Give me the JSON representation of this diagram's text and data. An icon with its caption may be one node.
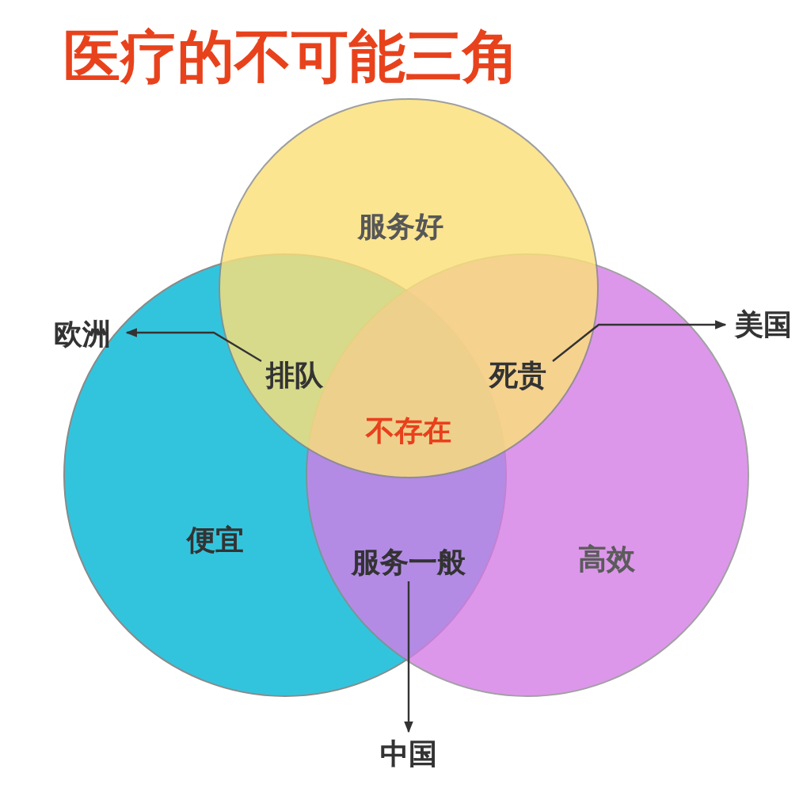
{
  "diagram": {
    "title": "医疗的不可能三角",
    "nodes": [
      {
        "text": [
          "服务好"
        ]
      },
      {
        "text": [
          "便宜"
        ]
      },
      {
        "text": [
          "高效"
        ]
      },
      {
        "text": [
          "排队"
        ]
      },
      {
        "text": [
          "死贵"
        ]
      },
      {
        "text": [
          "不存在"
        ]
      },
      {
        "text": [
          "服务一般"
        ]
      },
      {
        "text": [
          "欧洲"
        ]
      },
      {
        "text": [
          "美国"
        ]
      },
      {
        "text": [
          "中国"
        ]
      }
    ],
    "edges": [
      {
        "from": 3,
        "to": 7,
        "arrow": "to"
      },
      {
        "from": 4,
        "to": 8,
        "arrow": "to"
      },
      {
        "from": 6,
        "to": 9,
        "arrow": "to"
      }
    ]
  }
}
